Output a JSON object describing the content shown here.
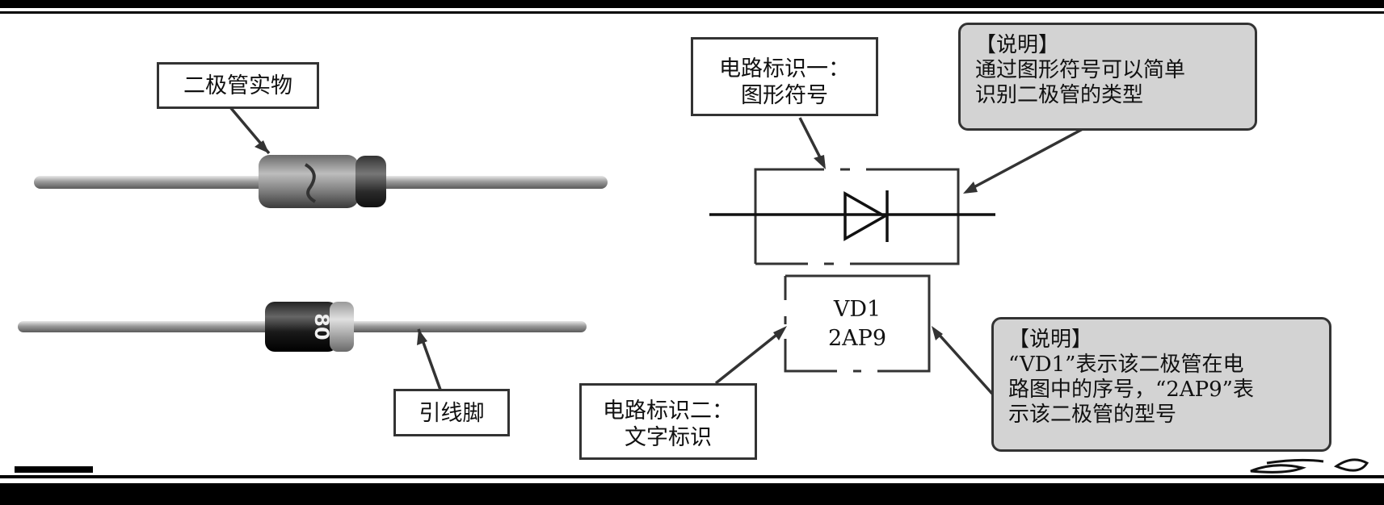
{
  "labels": {
    "diode_photo": "二极管实物",
    "lead_pins": "引线脚"
  },
  "symbol_label": {
    "line1": "电路标识一：",
    "line2": "图形符号"
  },
  "text_label": {
    "line1": "电路标识二：",
    "line2": "文字标识"
  },
  "designator": {
    "ref": "VD1",
    "model": "2AP9"
  },
  "note_symbol": {
    "heading": "【说明】",
    "line1": "通过图形符号可以简单",
    "line2": "识别二极管的类型"
  },
  "note_text": {
    "heading": "【说明】",
    "line1": "“VD1”表示该二极管在电",
    "line2": "路图中的序号，“2AP9”表",
    "line3": "示该二极管的型号"
  },
  "diode2_marking": "80",
  "colors": {
    "note_bg": "#d3d3d3",
    "line": "#333333",
    "bar": "#000000"
  }
}
